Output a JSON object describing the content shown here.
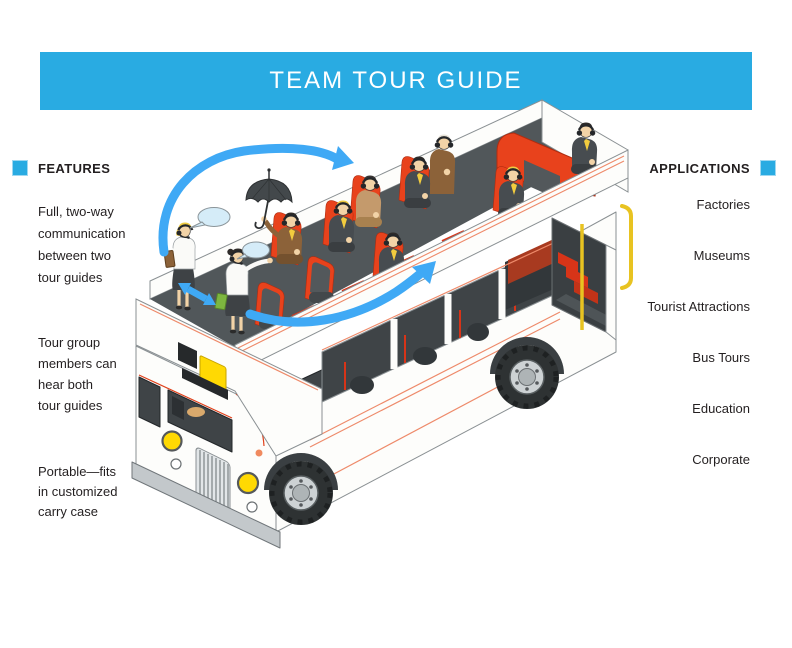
{
  "header": {
    "title": "TEAM TOUR GUIDE"
  },
  "features": {
    "heading": "FEATURES",
    "items": [
      {
        "lines": [
          "Full, two-way",
          "communication",
          "between two",
          "tour guides"
        ]
      },
      {
        "lines": [
          "Tour group",
          "members can",
          "hear both",
          "tour guides"
        ]
      },
      {
        "lines": [
          "Portable—fits",
          "in customized",
          "carry case"
        ]
      }
    ]
  },
  "applications": {
    "heading": "APPLICATIONS",
    "items": [
      {
        "label": "Factories"
      },
      {
        "label": "Museums"
      },
      {
        "label": "Tourist Attractions"
      },
      {
        "label": "Bus Tours"
      },
      {
        "label": "Education"
      },
      {
        "label": "Corporate"
      }
    ]
  },
  "illustration": {
    "subject": "open-top double-decker tour bus with two tour guides and headphone-wearing passengers",
    "icons": [
      "speech-bubble-icon",
      "umbrella-icon",
      "curved-arrow-icon",
      "double-arrow-icon"
    ]
  },
  "palette": {
    "accent_blue": "#29ABE2",
    "arrow_blue": "#3FA9F5",
    "seat_red": "#E8421C",
    "pinstripe": "#EE8A6A",
    "bus_body": "#FFFFFF",
    "window_dark": "#3F4447",
    "suit_gray": "#474C50",
    "coat_brown": "#8C6239",
    "coat_tan": "#C49A6C",
    "detail_yellow": "#FFD903",
    "text_dark": "#231F20"
  }
}
